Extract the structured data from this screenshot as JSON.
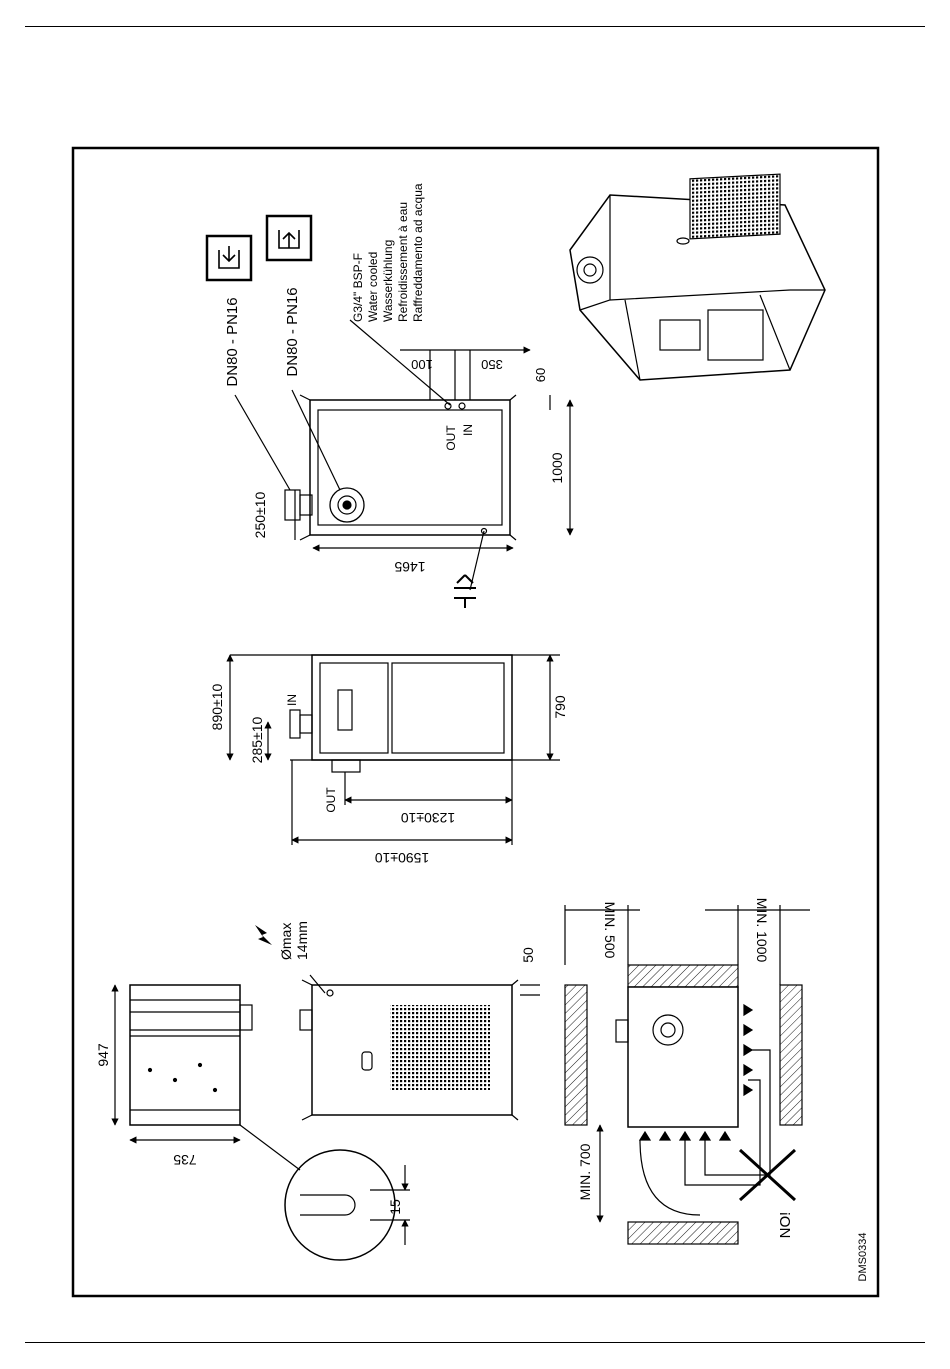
{
  "drawing": {
    "code": "DMS0334"
  },
  "view_side": {
    "dim_height": "1465",
    "dim_depth": "1000",
    "dim_offset": "60",
    "dim_flange": "250±10",
    "dim_water_out": "100",
    "dim_water_in": "350",
    "label_out": "OUT",
    "label_in": "IN",
    "connector_outlet": "DN80 - PN16",
    "connector_inlet": "DN80 - PN16",
    "water_note": [
      "G3/4\" BSP-F",
      "Water cooled",
      "Wasserkühlung",
      "Refroidissement à eau",
      "Raffreddamento ad acqua"
    ]
  },
  "view_front": {
    "dim_total": "890±10",
    "dim_in_pipe": "285±10",
    "dim_width": "790",
    "dim_out_height": "1230±10",
    "dim_overall": "1590±10",
    "label_in": "IN",
    "label_out": "OUT"
  },
  "view_base": {
    "dim_length": "947",
    "dim_width": "735",
    "dim_slot": "15"
  },
  "view_rear": {
    "cable_note": [
      "Ømax",
      "14mm"
    ],
    "dim_foot": "50"
  },
  "clearance": {
    "min_top": "MIN. 500",
    "min_bottom": "MIN. 1000",
    "min_left": "MIN. 700",
    "no_label": "NO!"
  }
}
